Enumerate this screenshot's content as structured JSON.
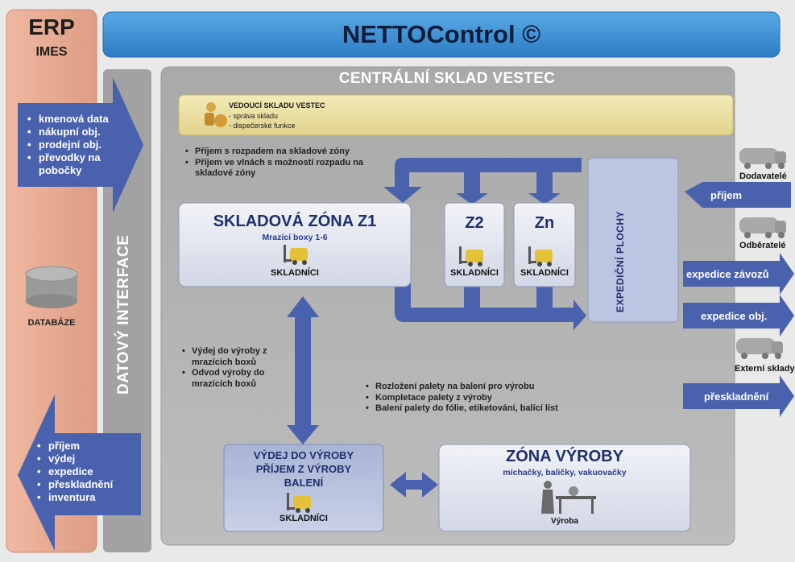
{
  "header": {
    "title": "NETTOControl ©"
  },
  "erp": {
    "title": "ERP",
    "subtitle": "IMES",
    "inbound_items": [
      "kmenová data",
      "nákupní obj.",
      "prodejní obj.",
      "převodky na pobočky"
    ],
    "database_label": "DATABÁZE",
    "outbound_items": [
      "příjem",
      "výdej",
      "expedice",
      "přeskladnění",
      "inventura"
    ]
  },
  "interface": {
    "label": "DATOVÝ INTERFACE"
  },
  "warehouse": {
    "title": "CENTRÁLNÍ SKLAD VESTEC",
    "manager": {
      "title": "VEDOUCÍ SKLADU VESTEC",
      "lines": [
        "- správa skladu",
        "- dispečerské funkce"
      ]
    },
    "receiving_notes": [
      "Příjem s rozpadem na skladové zóny",
      "Příjem ve vlnách s možností rozpadu na skladové zóny"
    ],
    "zone_z1": {
      "title": "SKLADOVÁ ZÓNA Z1",
      "subtitle": "Mrazící boxy 1-6",
      "worker": "SKLADNÍCI"
    },
    "zone_z2": {
      "title": "Z2",
      "worker": "SKLADNÍCI"
    },
    "zone_zn": {
      "title": "Zn",
      "worker": "SKLADNÍCI"
    },
    "expedition_label": "EXPEDIČNÍ PLOCHY",
    "production_notes": [
      "Výdej do výroby z mrazících boxů",
      "Odvod výroby do mrazících boxů"
    ],
    "pallet_notes": [
      "Rozložení palety na balení pro výrobu",
      "Kompletace palety z výroby",
      "Balení palety do fólie, etiketování, balící list"
    ],
    "issue_zone": {
      "title_lines": [
        "VÝDEJ DO VÝROBY",
        "PŘÍJEM Z VÝROBY",
        "BALENÍ"
      ],
      "worker": "SKLADNÍCI"
    },
    "production_zone": {
      "title": "ZÓNA VÝROBY",
      "subtitle": "míchačky, baličky, vakuovačky",
      "worker": "Výroba"
    }
  },
  "right_side": {
    "suppliers_label": "Dodavatelé",
    "receive_label": "příjem",
    "customers_label": "Odběratelé",
    "route_dispatch_label": "expedice závozů",
    "order_dispatch_label": "expedice obj.",
    "external_label": "Externí sklady",
    "transfer_label": "přeskladnění"
  },
  "colors": {
    "erp_column": "#e6a48c",
    "header_blue": "#3a8fd2",
    "arrow_blue": "#4a62ae",
    "panel_gray": "#b4b4b4",
    "zone_fill": "#e3e6ee",
    "manager_box": "#ece1a5"
  },
  "icons": [
    "database-icon",
    "manager-icon",
    "forklift-icon",
    "truck-icon",
    "production-worker-icon"
  ]
}
